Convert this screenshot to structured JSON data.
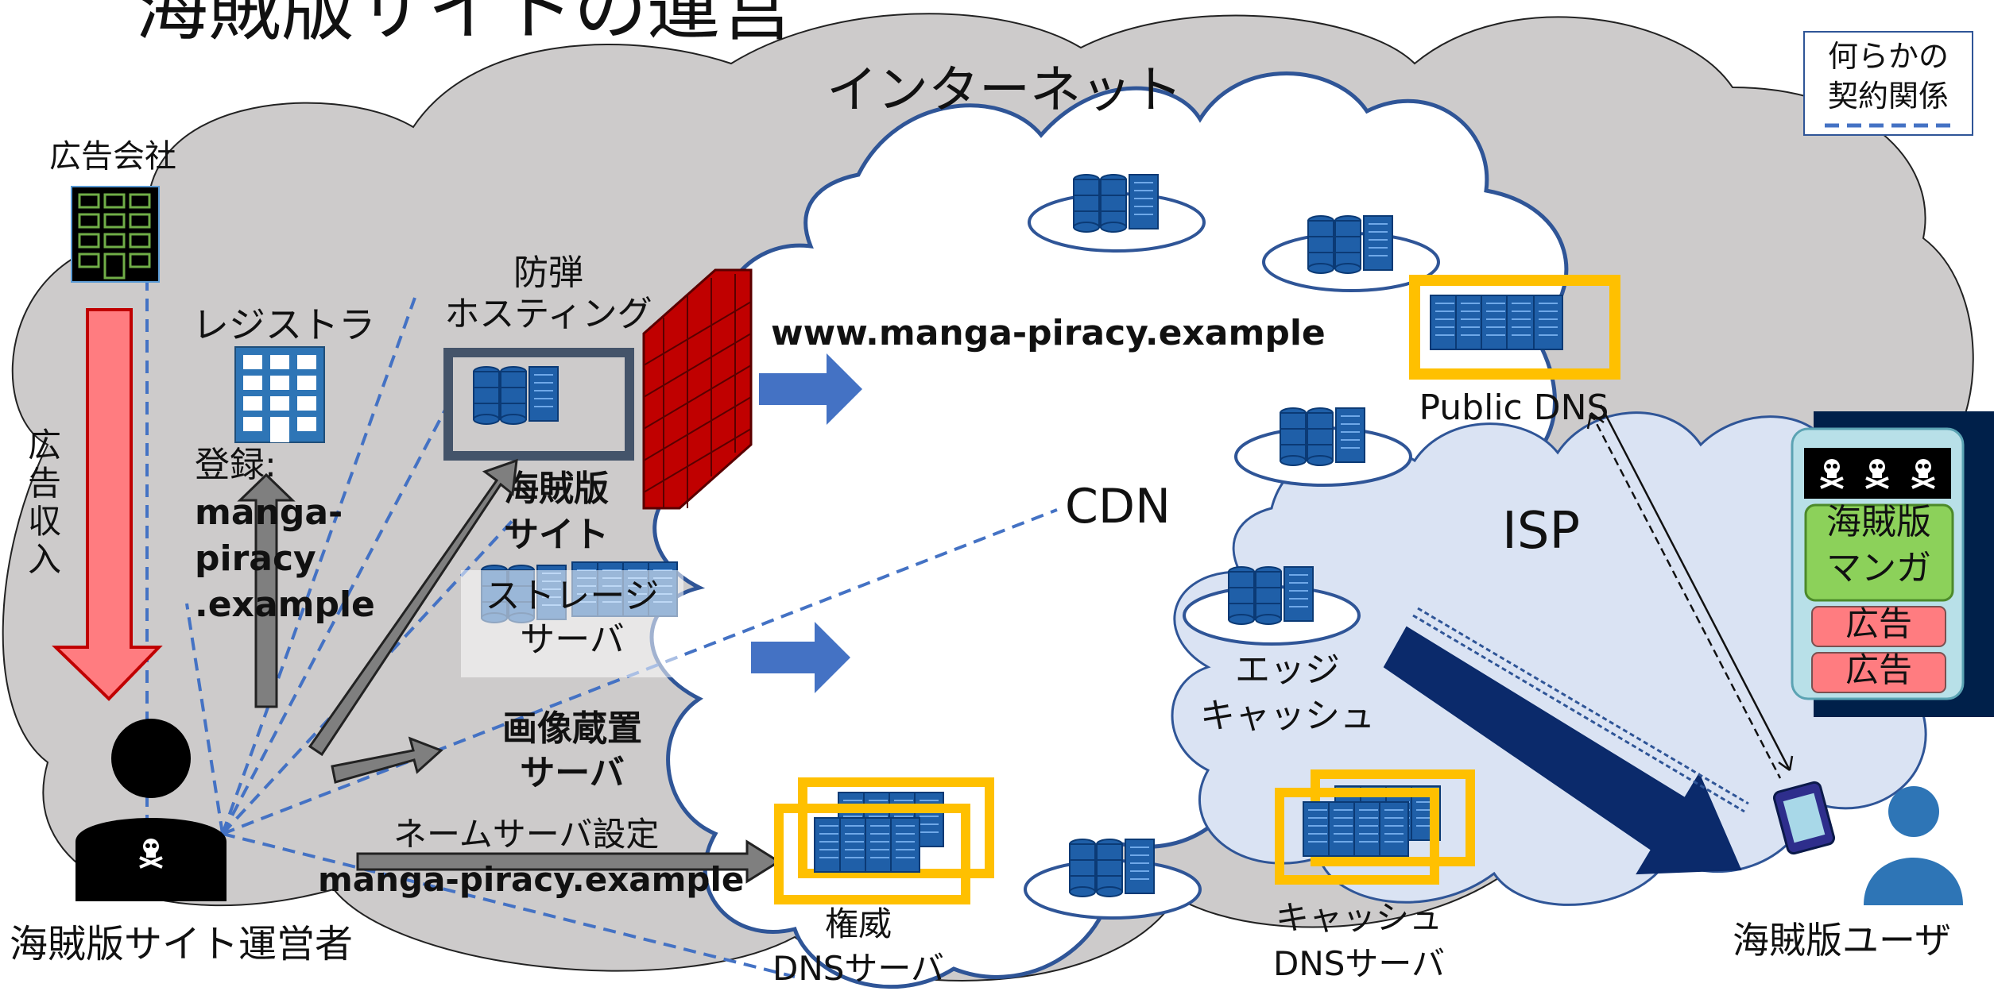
{
  "title": "海賊版サイトの運営",
  "legend": {
    "line1": "何らかの",
    "line2": "契約関係"
  },
  "labels": {
    "internet": "インターネット",
    "cdn": "CDN",
    "isp": "ISP",
    "public_dns": "Public DNS",
    "ad_company": "広告会社",
    "ad_revenue": [
      "広",
      "告",
      "収",
      "入"
    ],
    "registrar": "レジストラ",
    "registration": [
      "登録:",
      "manga-",
      "piracy",
      ".example"
    ],
    "bulletproof_hosting": [
      "防弾",
      "ホスティング"
    ],
    "pirate_site": [
      "海賊版",
      "サイト"
    ],
    "storage_server": [
      "ストレージ",
      "サーバ"
    ],
    "image_server": [
      "画像蔵置",
      "サーバ"
    ],
    "domain_url": "www.manga-piracy.example",
    "nameserver_setting": "ネームサーバ設定",
    "nameserver_domain": "manga-piracy.example",
    "authoritative_dns": [
      "権威",
      "DNSサーバ"
    ],
    "edge_cache": [
      "エッジ",
      "キャッシュ"
    ],
    "cache_dns": [
      "キャッシュ",
      "DNSサーバ"
    ],
    "operator": "海賊版サイト運営者",
    "user": "海賊版ユーザ",
    "phone_screen": {
      "manga": [
        "海賊版",
        "マンガ"
      ],
      "ads": [
        "広告",
        "広告"
      ]
    }
  },
  "colors": {
    "cloud_gray": "#cdcbcb",
    "isp_blue": "#dae3f3",
    "server_blue": "#1f5fa8",
    "highlight": "#ffc000",
    "red_arrow": "#ff7c80",
    "dashed": "#4472c4",
    "dark_navy": "#0b2a6b"
  }
}
